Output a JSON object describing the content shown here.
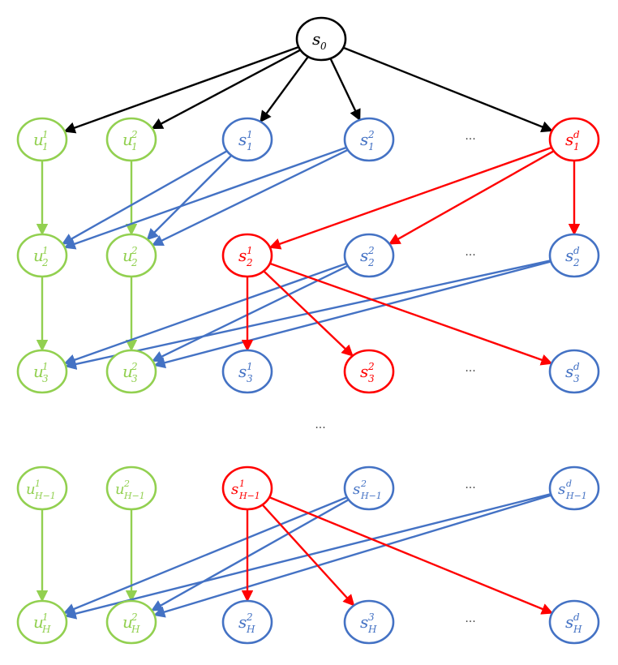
{
  "colors": {
    "black": "#000000",
    "blue": "#4472c4",
    "green": "#92d050",
    "red": "#ff0000"
  },
  "nodes": [
    {
      "id": "s0",
      "base": "s",
      "sub": "0",
      "sup": "",
      "color": "black"
    },
    {
      "id": "u1_1",
      "base": "u",
      "sub": "1",
      "sup": "1",
      "color": "green"
    },
    {
      "id": "u1_2",
      "base": "u",
      "sub": "1",
      "sup": "2",
      "color": "green"
    },
    {
      "id": "s1_1",
      "base": "s",
      "sub": "1",
      "sup": "1",
      "color": "blue"
    },
    {
      "id": "s1_2",
      "base": "s",
      "sub": "1",
      "sup": "2",
      "color": "blue"
    },
    {
      "id": "s1_d",
      "base": "s",
      "sub": "1",
      "sup": "d",
      "color": "red"
    },
    {
      "id": "u2_1",
      "base": "u",
      "sub": "2",
      "sup": "1",
      "color": "green"
    },
    {
      "id": "u2_2",
      "base": "u",
      "sub": "2",
      "sup": "2",
      "color": "green"
    },
    {
      "id": "s2_1",
      "base": "s",
      "sub": "2",
      "sup": "1",
      "color": "red"
    },
    {
      "id": "s2_2",
      "base": "s",
      "sub": "2",
      "sup": "2",
      "color": "blue"
    },
    {
      "id": "s2_d",
      "base": "s",
      "sub": "2",
      "sup": "d",
      "color": "blue"
    },
    {
      "id": "u3_1",
      "base": "u",
      "sub": "3",
      "sup": "1",
      "color": "green"
    },
    {
      "id": "u3_2",
      "base": "u",
      "sub": "3",
      "sup": "2",
      "color": "green"
    },
    {
      "id": "s3_1",
      "base": "s",
      "sub": "3",
      "sup": "1",
      "color": "blue"
    },
    {
      "id": "s3_2",
      "base": "s",
      "sub": "3",
      "sup": "2",
      "color": "red"
    },
    {
      "id": "s3_d",
      "base": "s",
      "sub": "3",
      "sup": "d",
      "color": "blue"
    },
    {
      "id": "uH1_1",
      "base": "u",
      "sub": "H−1",
      "sup": "1",
      "color": "green"
    },
    {
      "id": "uH1_2",
      "base": "u",
      "sub": "H−1",
      "sup": "2",
      "color": "green"
    },
    {
      "id": "sH1_1",
      "base": "s",
      "sub": "H−1",
      "sup": "1",
      "color": "red"
    },
    {
      "id": "sH1_2",
      "base": "s",
      "sub": "H−1",
      "sup": "2",
      "color": "blue"
    },
    {
      "id": "sH1_d",
      "base": "s",
      "sub": "H−1",
      "sup": "d",
      "color": "blue"
    },
    {
      "id": "uH_1",
      "base": "u",
      "sub": "H",
      "sup": "1",
      "color": "green"
    },
    {
      "id": "uH_2",
      "base": "u",
      "sub": "H",
      "sup": "2",
      "color": "green"
    },
    {
      "id": "sH_2",
      "base": "s",
      "sub": "H",
      "sup": "2",
      "color": "blue"
    },
    {
      "id": "sH_3",
      "base": "s",
      "sub": "H",
      "sup": "3",
      "color": "blue"
    },
    {
      "id": "sH_d",
      "base": "s",
      "sub": "H",
      "sup": "d",
      "color": "blue"
    }
  ],
  "edges": [
    {
      "from": "s0",
      "to": "u1_1",
      "color": "black"
    },
    {
      "from": "s0",
      "to": "u1_2",
      "color": "black"
    },
    {
      "from": "s0",
      "to": "s1_1",
      "color": "black"
    },
    {
      "from": "s0",
      "to": "s1_2",
      "color": "black"
    },
    {
      "from": "s0",
      "to": "s1_d",
      "color": "black"
    },
    {
      "from": "u1_1",
      "to": "u2_1",
      "color": "green"
    },
    {
      "from": "u1_2",
      "to": "u2_2",
      "color": "green"
    },
    {
      "from": "s1_1",
      "to": "u2_1",
      "color": "blue"
    },
    {
      "from": "s1_1",
      "to": "u2_2",
      "color": "blue"
    },
    {
      "from": "s1_2",
      "to": "u2_1",
      "color": "blue"
    },
    {
      "from": "s1_2",
      "to": "u2_2",
      "color": "blue"
    },
    {
      "from": "s1_d",
      "to": "s2_1",
      "color": "red"
    },
    {
      "from": "s1_d",
      "to": "s2_2",
      "color": "red"
    },
    {
      "from": "s1_d",
      "to": "s2_d",
      "color": "red"
    },
    {
      "from": "u2_1",
      "to": "u3_1",
      "color": "green"
    },
    {
      "from": "u2_2",
      "to": "u3_2",
      "color": "green"
    },
    {
      "from": "s2_2",
      "to": "u3_1",
      "color": "blue"
    },
    {
      "from": "s2_2",
      "to": "u3_2",
      "color": "blue"
    },
    {
      "from": "s2_d",
      "to": "u3_1",
      "color": "blue"
    },
    {
      "from": "s2_d",
      "to": "u3_2",
      "color": "blue"
    },
    {
      "from": "s2_1",
      "to": "s3_1",
      "color": "red"
    },
    {
      "from": "s2_1",
      "to": "s3_2",
      "color": "red"
    },
    {
      "from": "s2_1",
      "to": "s3_d",
      "color": "red"
    },
    {
      "from": "uH1_1",
      "to": "uH_1",
      "color": "green"
    },
    {
      "from": "uH1_2",
      "to": "uH_2",
      "color": "green"
    },
    {
      "from": "sH1_2",
      "to": "uH_1",
      "color": "blue"
    },
    {
      "from": "sH1_2",
      "to": "uH_2",
      "color": "blue"
    },
    {
      "from": "sH1_d",
      "to": "uH_1",
      "color": "blue"
    },
    {
      "from": "sH1_d",
      "to": "uH_2",
      "color": "blue"
    },
    {
      "from": "sH1_1",
      "to": "sH_2",
      "color": "red"
    },
    {
      "from": "sH1_1",
      "to": "sH_3",
      "color": "red"
    },
    {
      "from": "sH1_1",
      "to": "sH_d",
      "color": "red"
    }
  ],
  "ellipses": [
    {
      "id": "row1",
      "text": "..."
    },
    {
      "id": "row2",
      "text": "..."
    },
    {
      "id": "row3",
      "text": "..."
    },
    {
      "id": "gap",
      "text": "..."
    },
    {
      "id": "rowH1",
      "text": "..."
    },
    {
      "id": "rowH",
      "text": "..."
    }
  ]
}
